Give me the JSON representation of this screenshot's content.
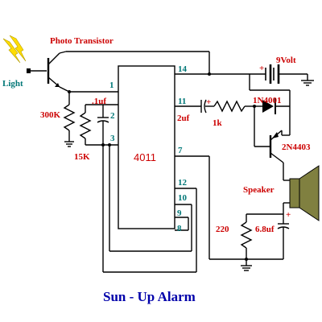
{
  "title": "Sun - Up Alarm",
  "colors": {
    "label": "#cc0000",
    "pin": "#007777",
    "title": "#0000aa",
    "light": "#ffdd00",
    "speaker": "#808040"
  },
  "components": {
    "photo_transistor": "Photo Transistor",
    "light": "Light",
    "chip": "4011",
    "r1": "300K",
    "r2": "15K",
    "c1": ".1uf",
    "c2": "2uf",
    "r3": "1k",
    "diode": "1N4001",
    "transistor": "2N4403",
    "battery": "9Volt",
    "speaker": "Speaker",
    "r4": "220",
    "c3": "6.8uf"
  },
  "pins": {
    "p1": "1",
    "p2": "2",
    "p3": "3",
    "p7": "7",
    "p8": "8",
    "p9": "9",
    "p10": "10",
    "p11": "11",
    "p12": "12",
    "p14": "14"
  },
  "symbols": {
    "plus": "+"
  }
}
